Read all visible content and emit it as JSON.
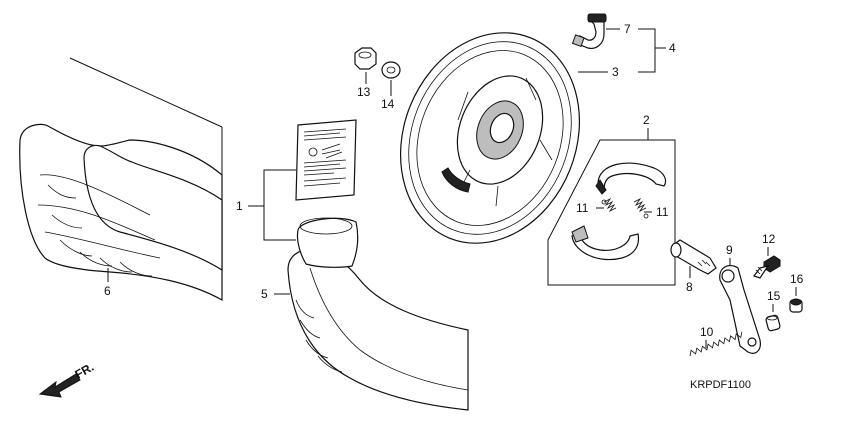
{
  "diagram_code": "KRPDF1100",
  "direction_label": "FR.",
  "callouts": {
    "c1": "1",
    "c2": "2",
    "c3": "3",
    "c4": "4",
    "c5": "5",
    "c6": "6",
    "c7": "7",
    "c8": "8",
    "c9": "9",
    "c10": "10",
    "c11a": "11",
    "c11b": "11",
    "c12": "12",
    "c13": "13",
    "c14": "14",
    "c15": "15",
    "c16": "16"
  }
}
